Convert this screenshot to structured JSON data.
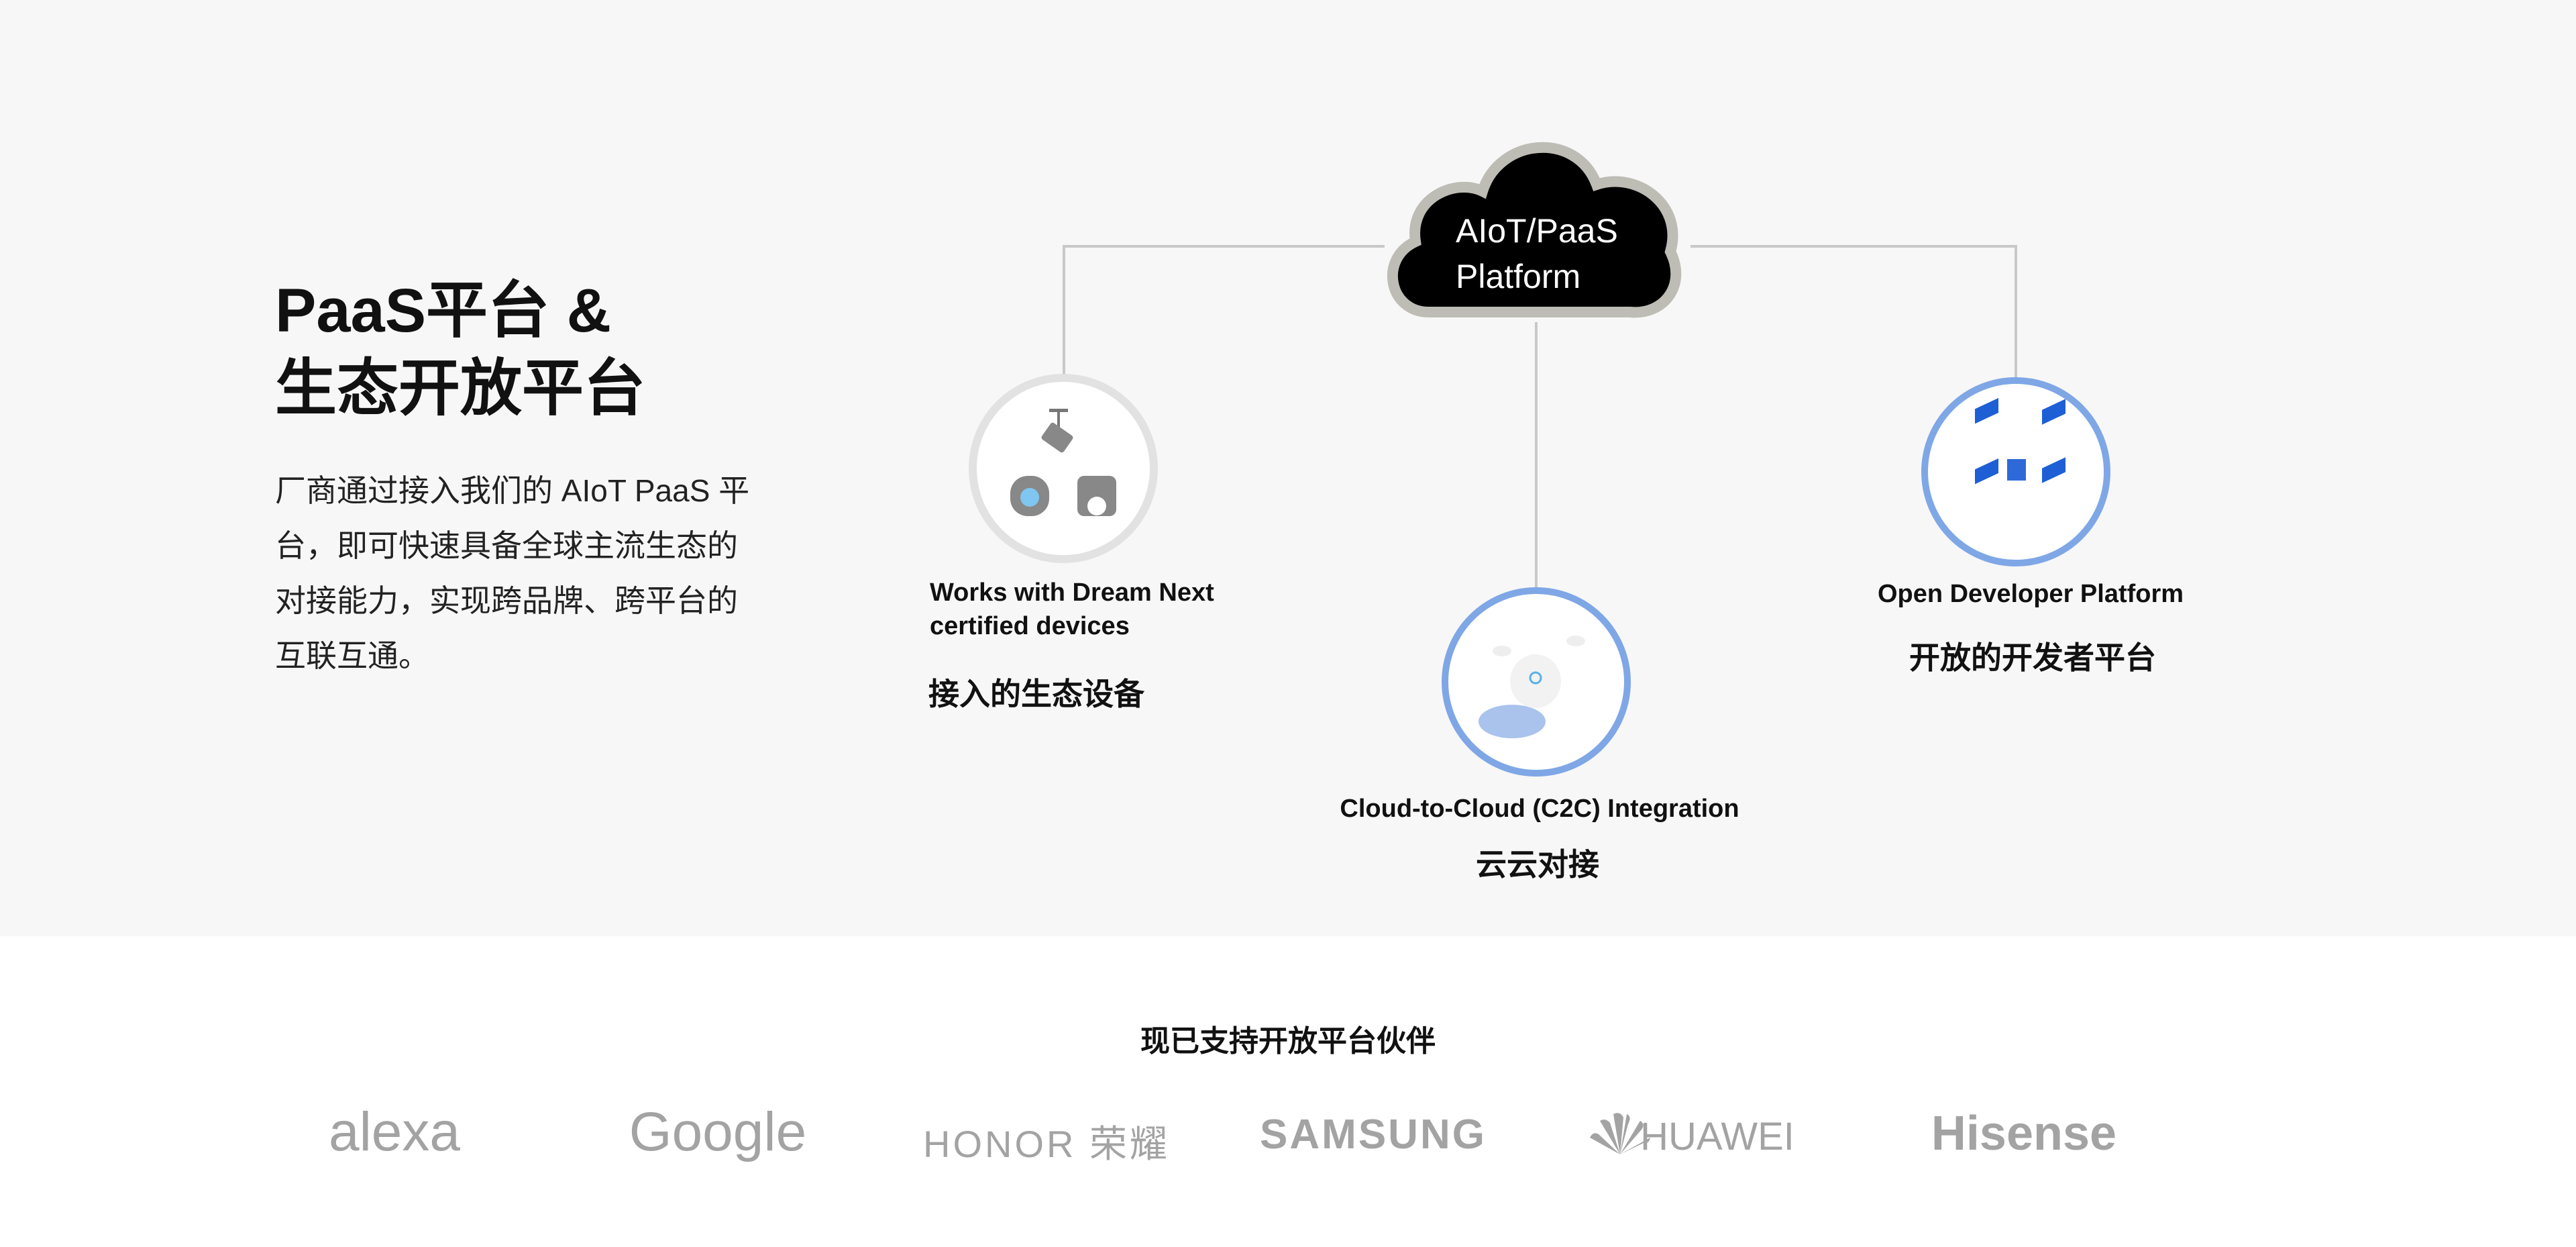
{
  "hero": {
    "title_line1": "PaaS平台 &",
    "title_line2": "生态开放平台",
    "description": "厂商通过接入我们的 AIoT PaaS 平台，即可快速具备全球主流生态的对接能力，实现跨品牌、跨平台的互联互通。"
  },
  "diagram": {
    "hub": {
      "line1": "AIoT/PaaS",
      "line2": "Platform"
    },
    "nodes": [
      {
        "label_en_line1": "Works with Dream Next",
        "label_en_line2": "certified devices",
        "label_cn": "接入的生态设备"
      },
      {
        "label_en": "Cloud-to-Cloud (C2C) Integration",
        "label_cn": "云云对接"
      },
      {
        "label_en": "Open Developer Platform",
        "label_cn": "开放的开发者平台"
      }
    ]
  },
  "partners": {
    "title": "现已支持开放平台伙伴",
    "logos": [
      "alexa",
      "Google",
      "HONOR 荣耀",
      "SAMSUNG",
      "HUAWEI",
      "Hisense"
    ]
  },
  "colors": {
    "accent_blue": "#7fa7e6",
    "logo_gray": "#a3a3a3",
    "bg": "#f7f7f7"
  }
}
